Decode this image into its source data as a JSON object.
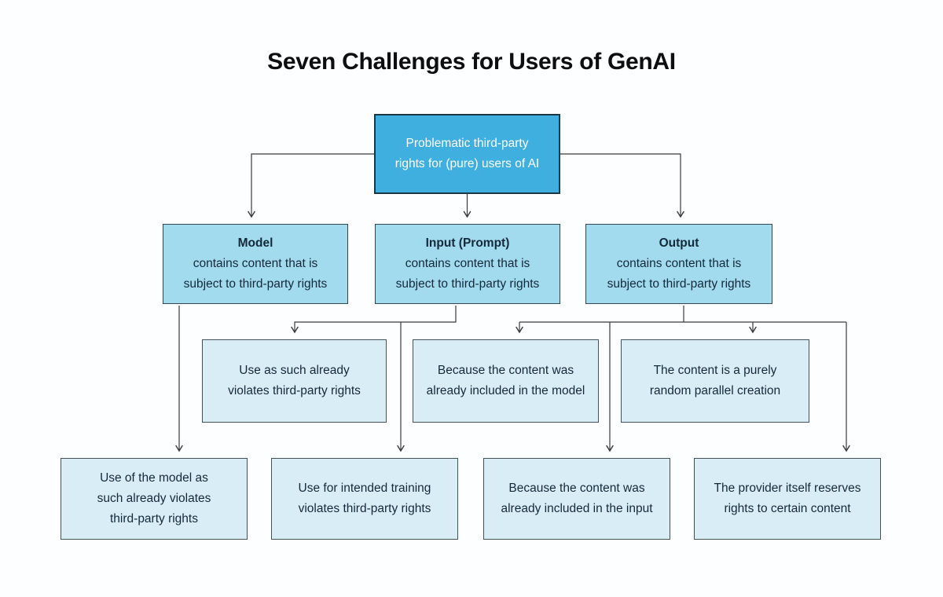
{
  "title": "Seven Challenges for Users of GenAI",
  "colors": {
    "root_fill": "#3fafdf",
    "root_border": "#1b3744",
    "root_text": "#ffffff",
    "branch_fill": "#a2daee",
    "branch_border": "#2f4750",
    "leaf_fill": "#d9edf6",
    "leaf_border": "#43525a",
    "node_text": "#132a3a",
    "connector": "#3b3b3b",
    "background": "#fdfeff",
    "title_text": "#0e0e10"
  },
  "nodes": {
    "root": {
      "text": "Problematic third-party rights for (pure) users of AI"
    },
    "level2": [
      {
        "heading": "Model",
        "body": "contains content that is subject to third-party rights"
      },
      {
        "heading": "Input (Prompt)",
        "body": "contains content that is subject to third-party rights"
      },
      {
        "heading": "Output",
        "body": "contains content that is subject to third-party rights"
      }
    ],
    "level3": [
      {
        "text": "Use as such already violates third-party rights"
      },
      {
        "text": "Because the content was already included in the model"
      },
      {
        "text": "The content is a purely random parallel creation"
      }
    ],
    "level4": [
      {
        "text": "Use of the model as such already violates third-party rights"
      },
      {
        "text": "Use for intended training violates third-party rights"
      },
      {
        "text": "Because the content was already included in the input"
      },
      {
        "text": "The provider itself reserves rights to certain content"
      }
    ]
  }
}
